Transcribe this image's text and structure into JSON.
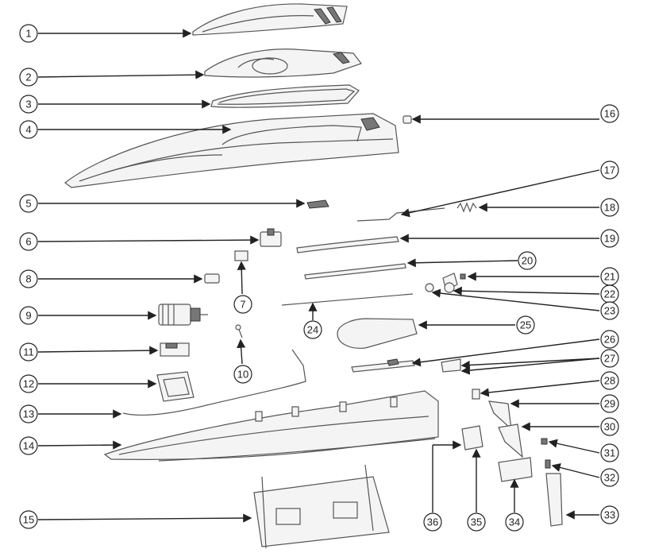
{
  "diagram": {
    "callouts": [
      {
        "label": "1"
      },
      {
        "label": "2"
      },
      {
        "label": "3"
      },
      {
        "label": "4"
      },
      {
        "label": "5"
      },
      {
        "label": "6"
      },
      {
        "label": "7"
      },
      {
        "label": "8"
      },
      {
        "label": "9"
      },
      {
        "label": "10"
      },
      {
        "label": "11"
      },
      {
        "label": "12"
      },
      {
        "label": "13"
      },
      {
        "label": "14"
      },
      {
        "label": "15"
      },
      {
        "label": "16"
      },
      {
        "label": "17"
      },
      {
        "label": "18"
      },
      {
        "label": "19"
      },
      {
        "label": "20"
      },
      {
        "label": "21"
      },
      {
        "label": "22"
      },
      {
        "label": "23"
      },
      {
        "label": "24"
      },
      {
        "label": "25"
      },
      {
        "label": "26"
      },
      {
        "label": "27"
      },
      {
        "label": "28"
      },
      {
        "label": "29"
      },
      {
        "label": "30"
      },
      {
        "label": "31"
      },
      {
        "label": "32"
      },
      {
        "label": "33"
      },
      {
        "label": "34"
      },
      {
        "label": "35"
      },
      {
        "label": "36"
      }
    ]
  },
  "colors": {
    "line": "#555555",
    "callout": "#222222",
    "background": "#ffffff"
  }
}
